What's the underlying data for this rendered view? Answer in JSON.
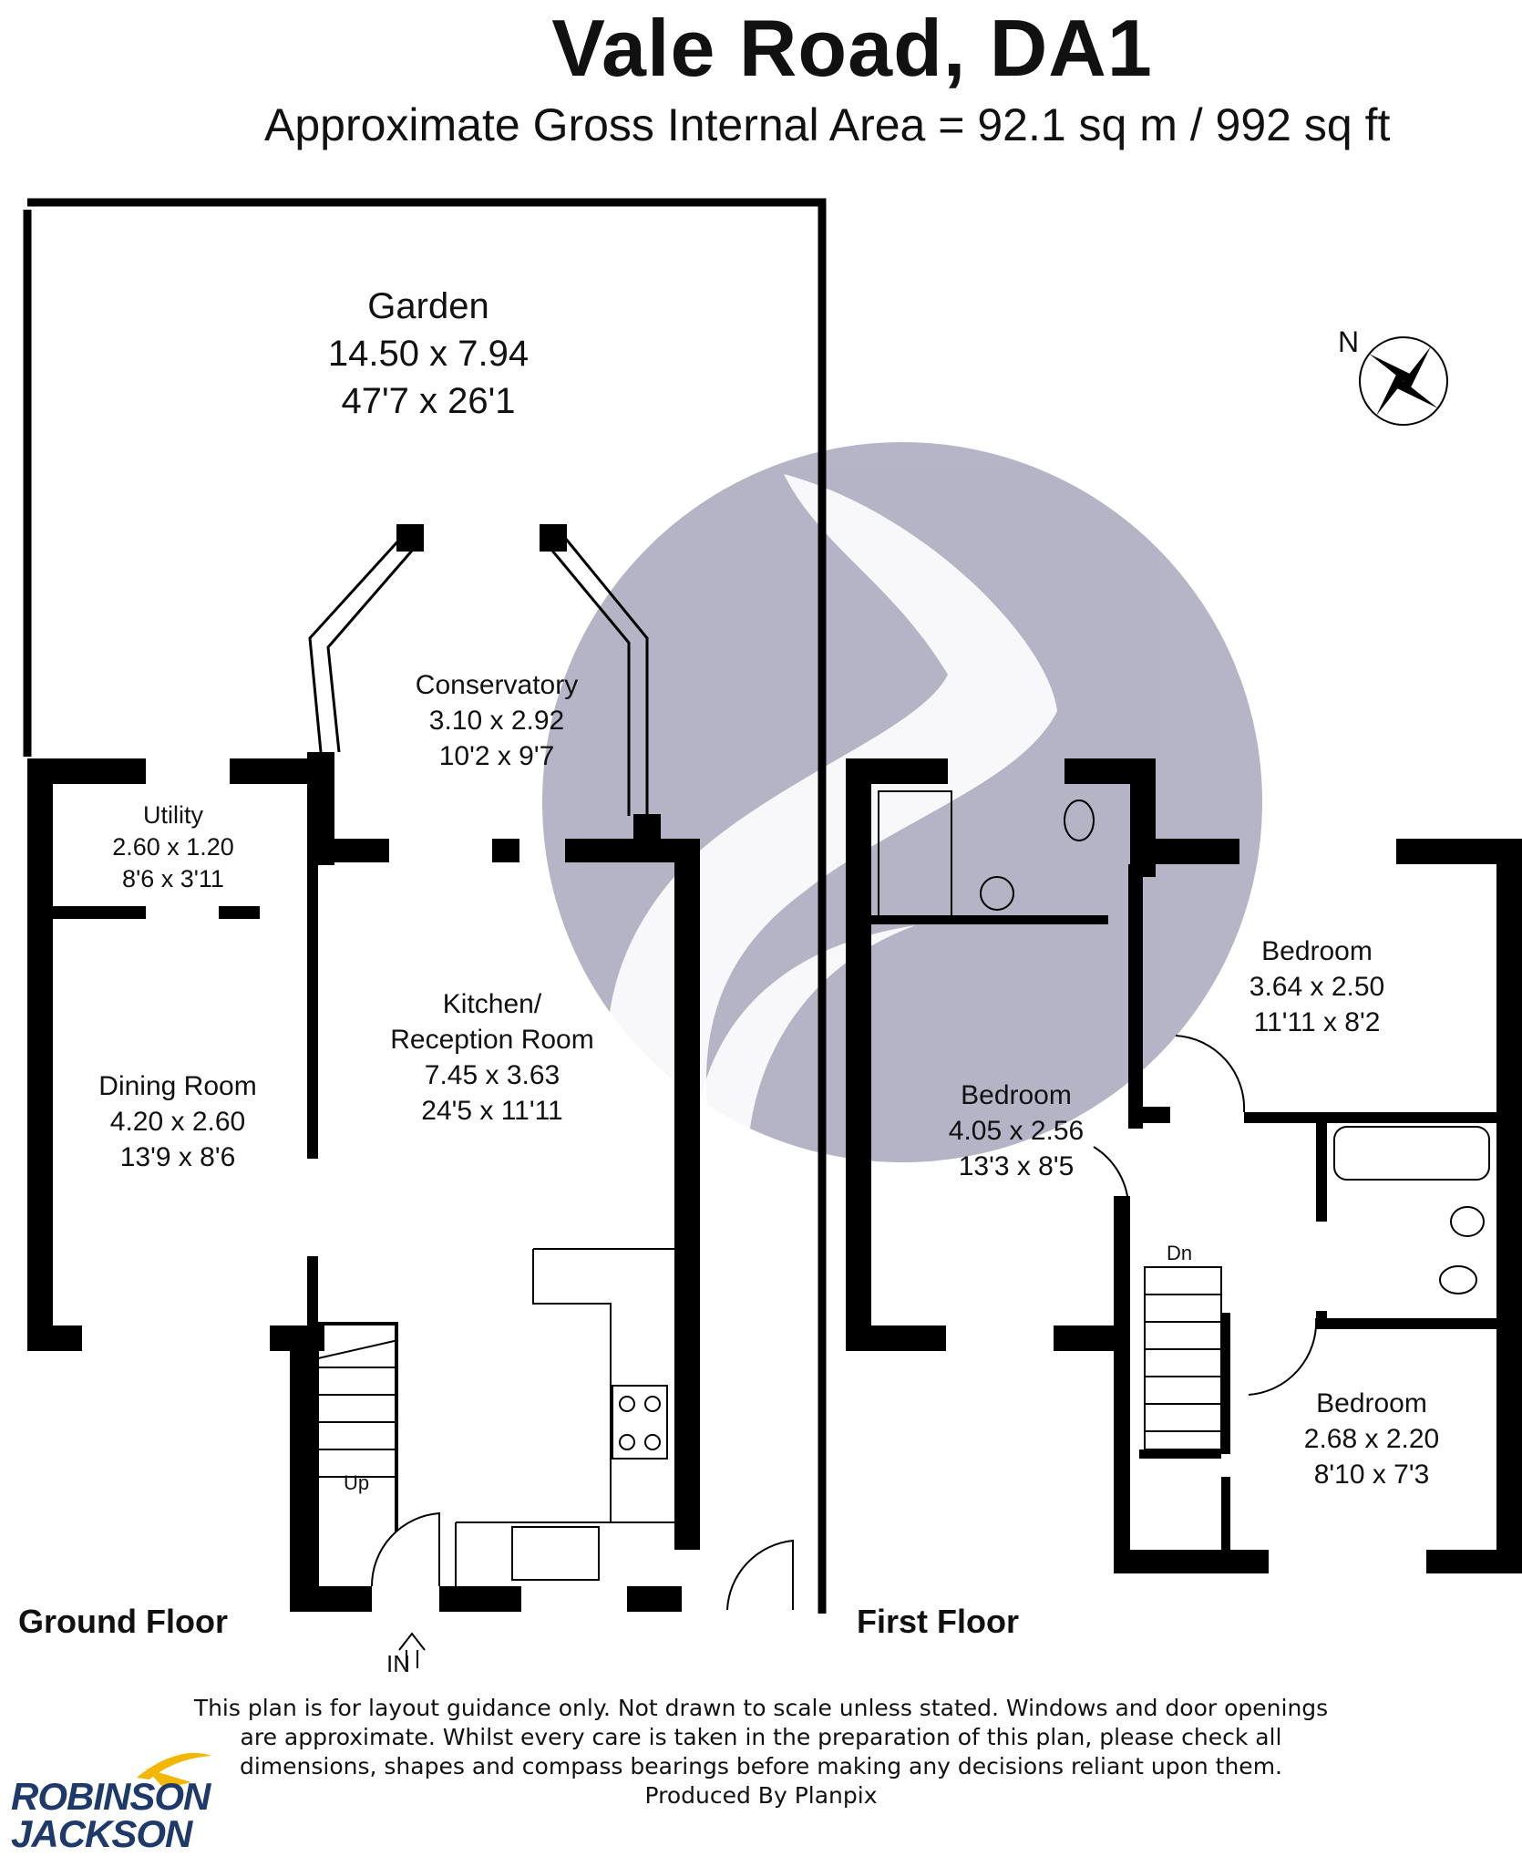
{
  "header": {
    "title": "Vale Road, DA1",
    "subtitle": "Approximate Gross Internal Area = 92.1 sq m / 992 sq ft"
  },
  "compass": {
    "label": "N"
  },
  "floors": {
    "ground": "Ground Floor",
    "first": "First Floor"
  },
  "ground_rooms": {
    "garden": {
      "name": "Garden",
      "metric": "14.50 x 7.94",
      "imperial": "47'7 x 26'1"
    },
    "conservatory": {
      "name": "Conservatory",
      "metric": "3.10 x 2.92",
      "imperial": "10'2 x 9'7"
    },
    "utility": {
      "name": "Utility",
      "metric": "2.60 x 1.20",
      "imperial": "8'6 x 3'11"
    },
    "kitchen": {
      "name_line1": "Kitchen/",
      "name_line2": "Reception Room",
      "metric": "7.45 x 3.63",
      "imperial": "24'5 x 11'11"
    },
    "dining": {
      "name": "Dining Room",
      "metric": "4.20 x 2.60",
      "imperial": "13'9 x 8'6"
    },
    "stairs_label": "Up",
    "entrance_label": "IN"
  },
  "first_rooms": {
    "bedroom1": {
      "name": "Bedroom",
      "metric": "3.64 x 2.50",
      "imperial": "11'11 x 8'2"
    },
    "bedroom2": {
      "name": "Bedroom",
      "metric": "4.05 x 2.56",
      "imperial": "13'3 x 8'5"
    },
    "bedroom3": {
      "name": "Bedroom",
      "metric": "2.68 x 2.20",
      "imperial": "8'10 x 7'3"
    },
    "stairs_label": "Dn"
  },
  "disclaimer": {
    "line1": "This plan is for layout guidance only. Not drawn to scale unless stated. Windows and door openings",
    "line2": "are approximate. Whilst every care is taken in the preparation of this plan, please check all",
    "line3": "dimensions, shapes and compass bearings before making any decisions reliant upon them.",
    "line4": "Produced By Planpix"
  },
  "brand": {
    "line1": "ROBINSON",
    "line2": "JACKSON"
  },
  "colors": {
    "wall": "#000000",
    "watermark": "#a9a7bd",
    "brand_blue": "#1d3a6b",
    "brand_gold": "#f2b705"
  }
}
